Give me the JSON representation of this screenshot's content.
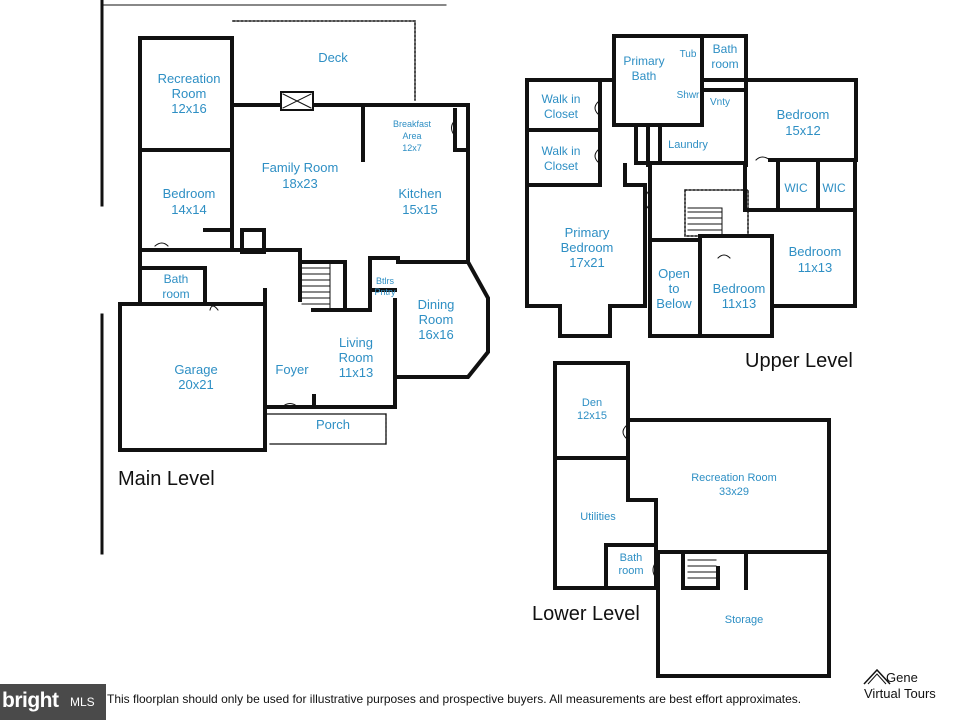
{
  "levels": {
    "main": "Main Level",
    "upper": "Upper Level",
    "lower": "Lower Level"
  },
  "rooms": {
    "main": {
      "deck": [
        "Deck"
      ],
      "recreation": [
        "Recreation",
        "Room",
        "12x16"
      ],
      "family": [
        "Family Room",
        "18x23"
      ],
      "breakfast": [
        "Breakfast",
        "Area",
        "12x7"
      ],
      "kitchen": [
        "Kitchen",
        "15x15"
      ],
      "bedroom": [
        "Bedroom",
        "14x14"
      ],
      "bath": [
        "Bath",
        "room"
      ],
      "butlers": [
        "Btlrs",
        "Pntry"
      ],
      "dining": [
        "Dining",
        "Room",
        "16x16"
      ],
      "garage": [
        "Garage",
        "20x21"
      ],
      "foyer": [
        "Foyer"
      ],
      "living": [
        "Living",
        "Room",
        "11x13"
      ],
      "porch": [
        "Porch"
      ]
    },
    "upper": {
      "walk1": [
        "Walk in",
        "Closet"
      ],
      "walk2": [
        "Walk in",
        "Closet"
      ],
      "primary_bath": [
        "Primary",
        "Bath"
      ],
      "tub": [
        "Tub"
      ],
      "shwr": [
        "Shwr"
      ],
      "bathroom": [
        "Bath",
        "room"
      ],
      "vnty": [
        "Vnty"
      ],
      "laundry": [
        "Laundry"
      ],
      "bedroom_ne": [
        "Bedroom",
        "15x12"
      ],
      "wic1": [
        "WIC"
      ],
      "wic2": [
        "WIC"
      ],
      "primary_bed": [
        "Primary",
        "Bedroom",
        "17x21"
      ],
      "open": [
        "Open",
        "to",
        "Below"
      ],
      "bedroom_mid": [
        "Bedroom",
        "11x13"
      ],
      "bedroom_e": [
        "Bedroom",
        "11x13"
      ]
    },
    "lower": {
      "den": [
        "Den",
        "12x15"
      ],
      "recreation": [
        "Recreation Room",
        "33x29"
      ],
      "utilities": [
        "Utilities"
      ],
      "bath": [
        "Bath",
        "room"
      ],
      "storage": [
        "Storage"
      ]
    }
  },
  "footer": {
    "brand": "bright",
    "mls": "MLS",
    "disclaimer": "This floorplan should only be used for illustrative purposes and prospective buyers. All measurements are best effort approximates.",
    "logo_line1": "Gene",
    "logo_line2": "Virtual Tours"
  },
  "colors": {
    "label": "#2e8fc4",
    "wall": "#111111",
    "brand_bg": "#4a4a4a"
  }
}
